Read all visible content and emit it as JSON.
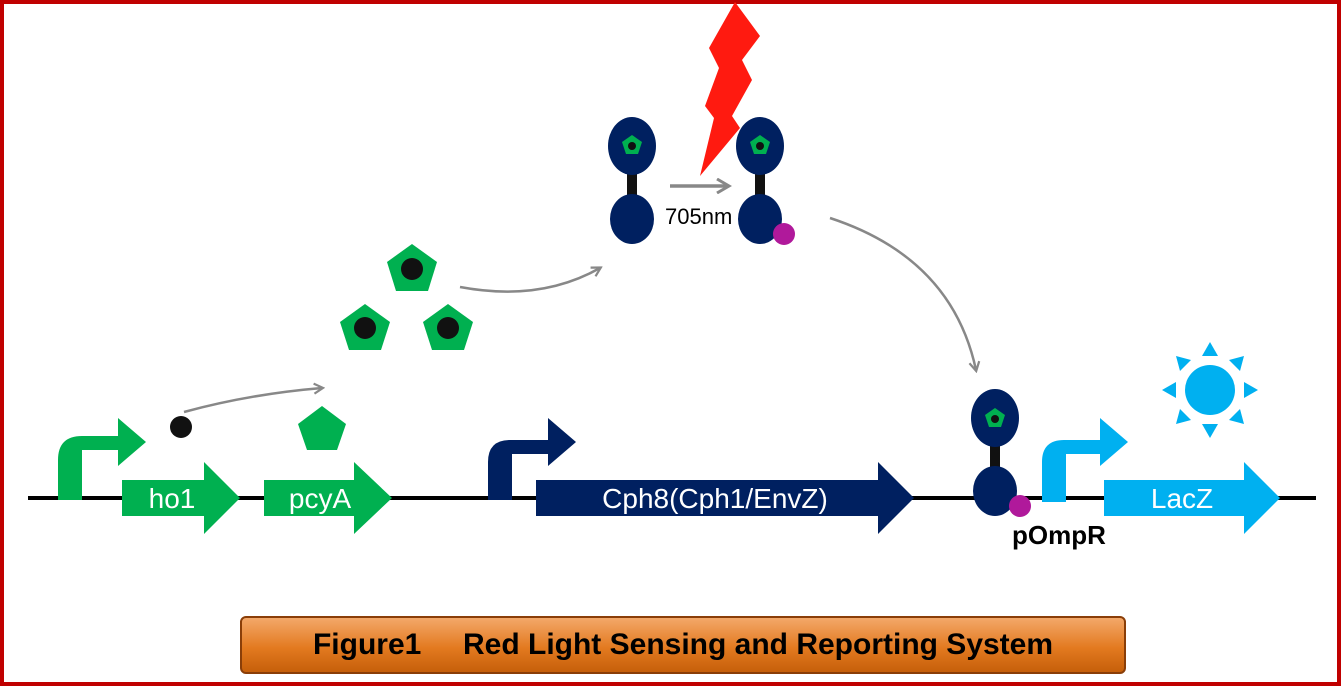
{
  "genes": {
    "ho1": "ho1",
    "pcyA": "pcyA",
    "cph8": "Cph8(Cph1/EnvZ)",
    "lacZ": "LacZ"
  },
  "labels": {
    "wavelength": "705nm",
    "promoter": "pOmpR"
  },
  "caption": "Figure1     Red Light Sensing and Reporting System",
  "colors": {
    "frame": "#c00000",
    "green": "#00b050",
    "navy": "#002060",
    "lightblue": "#00b0f0",
    "magenta": "#b0199b",
    "red": "#ff0000",
    "arrow_gray": "#888888",
    "caption_fill": "#e37a20"
  }
}
